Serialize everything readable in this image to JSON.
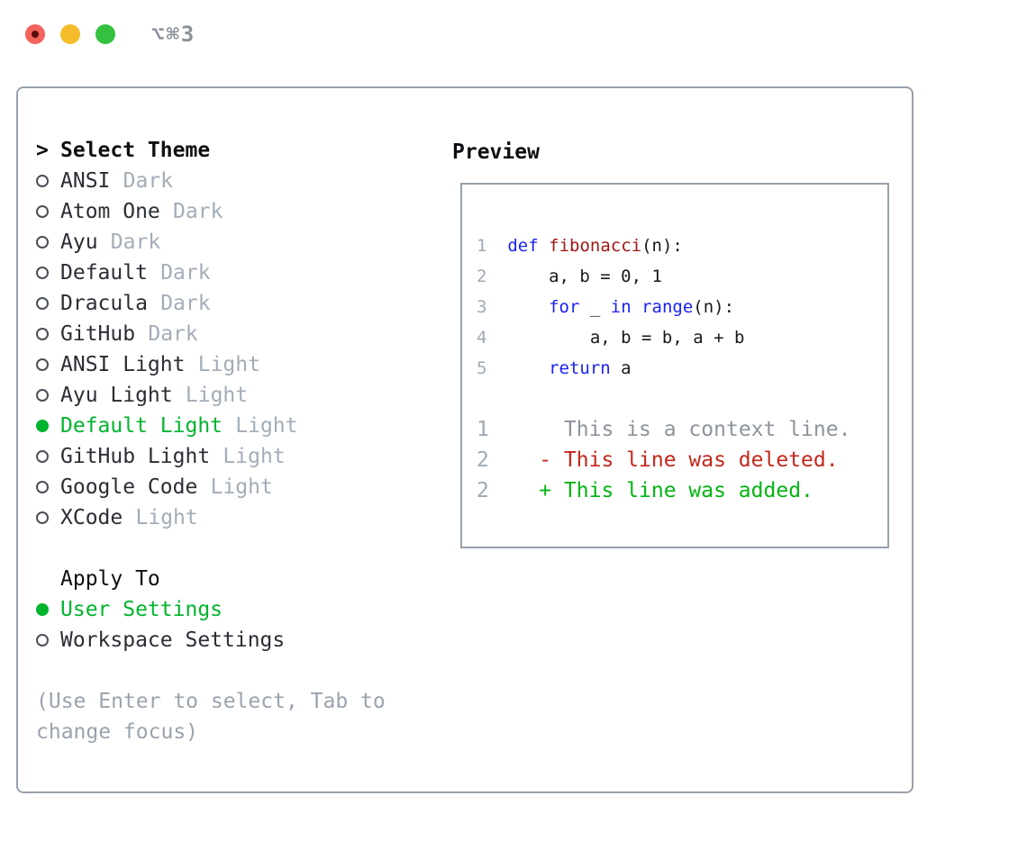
{
  "titlebar": {
    "title": "⌥⌘3"
  },
  "theme_panel": {
    "header_prefix": ">",
    "header": "Select Theme",
    "items": [
      {
        "name": "ANSI",
        "variant": "Dark",
        "selected": false
      },
      {
        "name": "Atom One",
        "variant": "Dark",
        "selected": false
      },
      {
        "name": "Ayu",
        "variant": "Dark",
        "selected": false
      },
      {
        "name": "Default",
        "variant": "Dark",
        "selected": false
      },
      {
        "name": "Dracula",
        "variant": "Dark",
        "selected": false
      },
      {
        "name": "GitHub",
        "variant": "Dark",
        "selected": false
      },
      {
        "name": "ANSI Light",
        "variant": "Light",
        "selected": false
      },
      {
        "name": "Ayu Light",
        "variant": "Light",
        "selected": false
      },
      {
        "name": "Default Light",
        "variant": "Light",
        "selected": true
      },
      {
        "name": "GitHub Light",
        "variant": "Light",
        "selected": false
      },
      {
        "name": "Google Code",
        "variant": "Light",
        "selected": false
      },
      {
        "name": "XCode",
        "variant": "Light",
        "selected": false
      }
    ],
    "apply_header": "Apply To",
    "apply_items": [
      {
        "name": "User Settings",
        "selected": true
      },
      {
        "name": "Workspace Settings",
        "selected": false
      }
    ],
    "help_lines": [
      "(Use Enter to select, Tab to",
      "change focus)"
    ]
  },
  "preview": {
    "header": "Preview",
    "code_lines": [
      {
        "num": "",
        "tokens": []
      },
      {
        "num": "1",
        "tokens": [
          [
            "  ",
            "code"
          ],
          [
            "def",
            "kw"
          ],
          [
            " ",
            "code"
          ],
          [
            "fibonacci",
            "fn"
          ],
          [
            "(n):",
            "code"
          ]
        ]
      },
      {
        "num": "2",
        "tokens": [
          [
            "      a, b = 0, 1",
            "code"
          ]
        ]
      },
      {
        "num": "3",
        "tokens": [
          [
            "      ",
            "code"
          ],
          [
            "for",
            "kw"
          ],
          [
            " _ ",
            "code"
          ],
          [
            "in",
            "kw"
          ],
          [
            " ",
            "code"
          ],
          [
            "range",
            "kw"
          ],
          [
            "(n):",
            "code"
          ]
        ]
      },
      {
        "num": "4",
        "tokens": [
          [
            "          a, b = b, a + b",
            "code"
          ]
        ]
      },
      {
        "num": "5",
        "tokens": [
          [
            "      ",
            "code"
          ],
          [
            "return",
            "kw"
          ],
          [
            " a",
            "code"
          ]
        ]
      }
    ],
    "diff_lines": [
      {
        "num": "",
        "tokens": []
      },
      {
        "num": "1",
        "tokens": [
          [
            "      ",
            "code"
          ],
          [
            "This is a context line.",
            "ctx"
          ]
        ]
      },
      {
        "num": "2",
        "tokens": [
          [
            "    ",
            "code"
          ],
          [
            "- This line was deleted.",
            "del"
          ]
        ]
      },
      {
        "num": "2",
        "tokens": [
          [
            "    ",
            "code"
          ],
          [
            "+ This line was added.",
            "add"
          ]
        ]
      }
    ]
  },
  "colors": {
    "accent_green": "#00b42e",
    "added_green": "#00b513",
    "deleted_red": "#c4271b",
    "keyword_blue": "#1a22f5",
    "function_red": "#a31515",
    "code_black": "#17191d",
    "header_black": "#0d0f12",
    "item_dark": "#2a2e34",
    "secondary_gray": "#a3adb8",
    "linenum_gray": "#9fa9b3",
    "context_gray": "#8d949c",
    "help_gray": "#9aa3ad",
    "border_gray": "#98a1ac",
    "bullet_gray": "#4a5057",
    "title_gray": "#8b9199",
    "light_red": "#f4635c",
    "light_red_dot": "#5c0f0b",
    "light_yellow": "#f5bd2b",
    "light_green": "#33c13f"
  }
}
